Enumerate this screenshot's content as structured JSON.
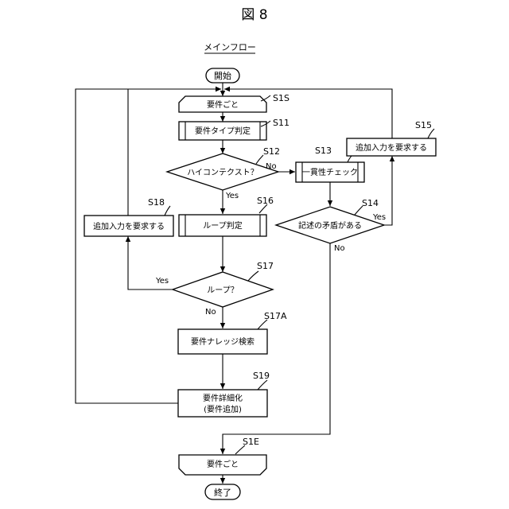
{
  "figure": {
    "title": "図 8",
    "subtitle": "メインフロー"
  },
  "nodes": {
    "start": "開始",
    "loop_begin": "要件ごと",
    "s11": "要件タイプ判定",
    "s12": "ハイコンテクスト？",
    "s13": "一貫性チェック",
    "s14": "記述の矛盾がある",
    "s15": "追加入力を要求する",
    "s16": "ループ判定",
    "s17": "ループ？",
    "s17a": "要件ナレッジ検索",
    "s18": "追加入力を要求する",
    "s19_line1": "要件詳細化",
    "s19_line2": "(要件追加)",
    "loop_end": "要件ごと",
    "end": "終了"
  },
  "step_ids": {
    "s1s": "S1S",
    "s11": "S11",
    "s12": "S12",
    "s13": "S13",
    "s14": "S14",
    "s15": "S15",
    "s16": "S16",
    "s17": "S17",
    "s17a": "S17A",
    "s18": "S18",
    "s19": "S19",
    "s1e": "S1E"
  },
  "conditions": {
    "s12_no": "No",
    "s12_yes": "Yes",
    "s14_yes": "Yes",
    "s14_no": "No",
    "s17_yes": "Yes",
    "s17_no": "No"
  }
}
